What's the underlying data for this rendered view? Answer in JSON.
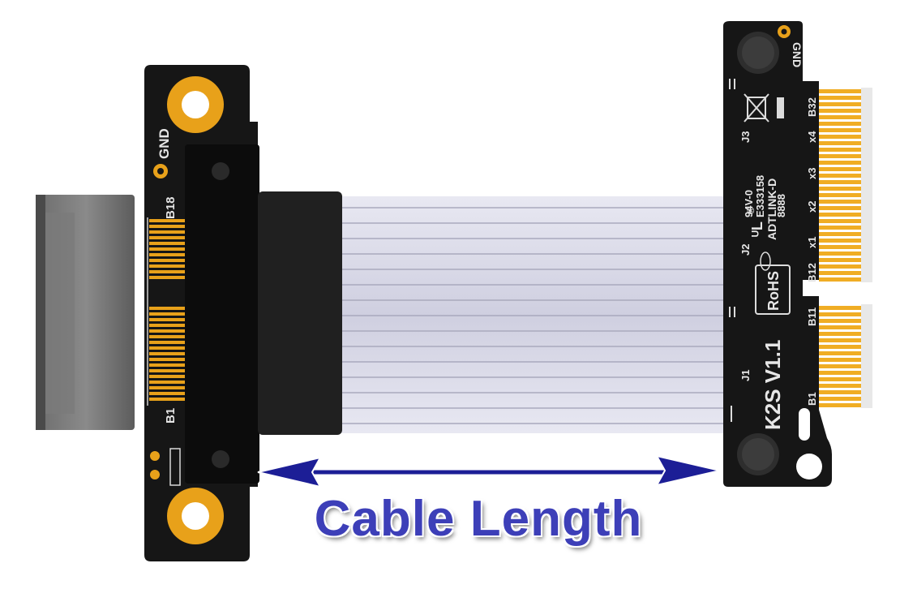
{
  "caption": "Cable Length",
  "left_board": {
    "gnd_label": "GND",
    "pin_label_top": "B18",
    "pin_label_bottom": "B1"
  },
  "right_board": {
    "gnd_label": "GND",
    "model_label": "K2S V1.1",
    "rohs_label": "RoHS",
    "brand_label": "ADTLINK-D",
    "cert_label": "E333158",
    "rating_label": "94V-0",
    "date_code": "8888",
    "jumper_labels": [
      "J3",
      "J2",
      "J1"
    ],
    "lane_labels": [
      "x4",
      "x3",
      "x2",
      "x1"
    ],
    "pin_labels": [
      "B32",
      "B12",
      "B11",
      "B1"
    ]
  },
  "colors": {
    "pcb": "#161616",
    "gold": "#e8a11a",
    "ribbon": "#d4d4e4",
    "arrow": "#1c1e96",
    "caption": "#3d3fb8"
  }
}
